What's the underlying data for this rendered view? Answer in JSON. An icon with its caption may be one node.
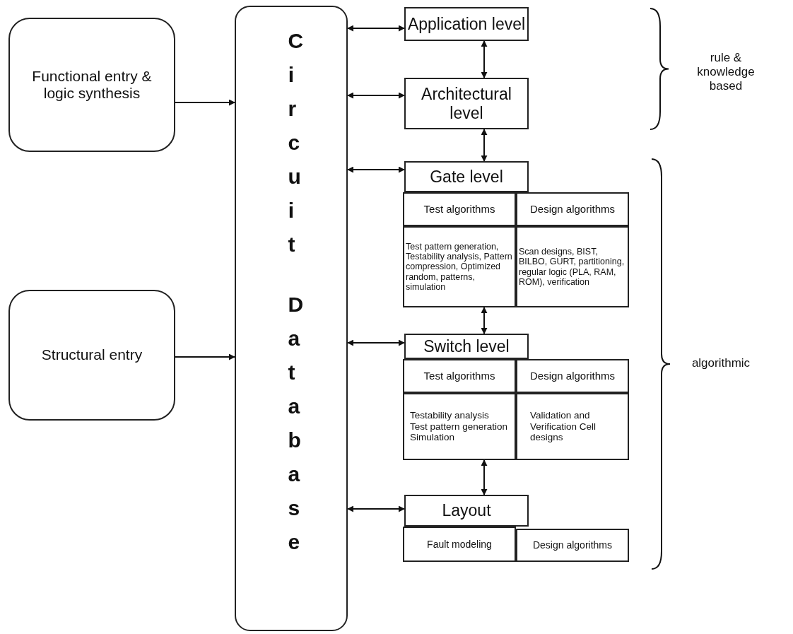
{
  "diagram": {
    "nodes": [
      {
        "text": [
          "Functional entry & logic synthesis"
        ]
      },
      {
        "text": [
          "Structural entry"
        ]
      },
      {
        "text": [
          "Circuit Database"
        ]
      },
      {
        "text": [
          "Application level"
        ]
      },
      {
        "text": [
          "Architectural level"
        ]
      },
      {
        "text": [
          "Gate level"
        ]
      },
      {
        "text": [
          "Test algorithms"
        ]
      },
      {
        "text": [
          "Design algorithms"
        ]
      },
      {
        "text": [
          "Test pattern generation, Testability analysis, Pattern compression, Optimized random, patterns, simulation"
        ]
      },
      {
        "text": [
          "Scan designs, BIST, BILBO, GURT, partitioning, regular logic (PLA, RAM, ROM), verification"
        ]
      },
      {
        "text": [
          "Switch level"
        ]
      },
      {
        "text": [
          "Test algorithms"
        ]
      },
      {
        "text": [
          "Design algorithms"
        ]
      },
      {
        "text": [
          "Testability analysis Test pattern generation Simulation"
        ]
      },
      {
        "text": [
          "Validation and Verification Cell designs"
        ]
      },
      {
        "text": [
          "Layout"
        ]
      },
      {
        "text": [
          "Fault modeling"
        ]
      },
      {
        "text": [
          "Design algorithms"
        ]
      }
    ],
    "edges": [
      {
        "from": 0,
        "to": 2,
        "arrow": "to"
      },
      {
        "from": 1,
        "to": 2,
        "arrow": "to"
      },
      {
        "from": 2,
        "to": 3,
        "arrow": "both"
      },
      {
        "from": 2,
        "to": 4,
        "arrow": "both"
      },
      {
        "from": 2,
        "to": 5,
        "arrow": "both"
      },
      {
        "from": 2,
        "to": 10,
        "arrow": "both"
      },
      {
        "from": 2,
        "to": 15,
        "arrow": "both"
      },
      {
        "from": 3,
        "to": 4,
        "arrow": "both"
      },
      {
        "from": 4,
        "to": 5,
        "arrow": "both"
      },
      {
        "from": 8,
        "to": 10,
        "arrow": "both"
      },
      {
        "from": 13,
        "to": 15,
        "arrow": "both"
      }
    ],
    "labels": [
      "rule & knowledge based",
      "algorithmic"
    ]
  }
}
